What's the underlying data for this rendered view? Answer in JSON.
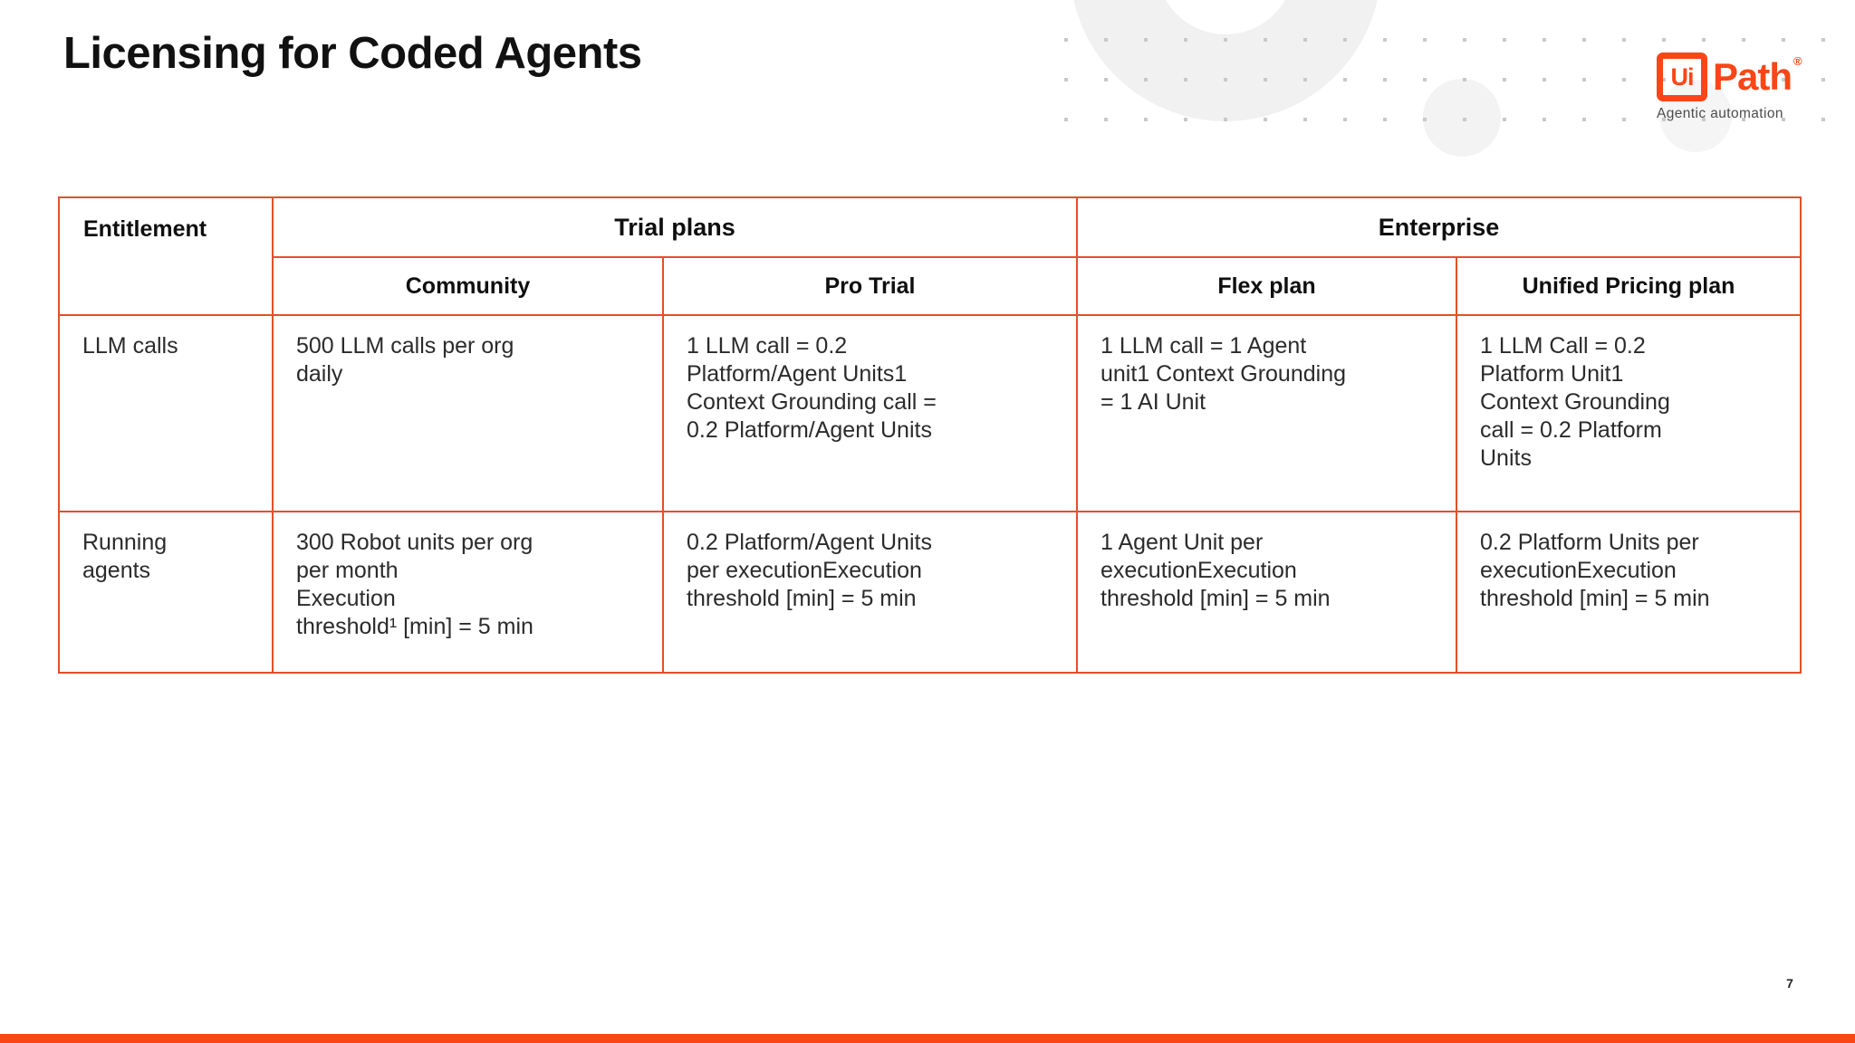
{
  "slide": {
    "title": "Licensing for Coded Agents",
    "page_number": "7"
  },
  "logo": {
    "box_text": "Ui",
    "wordmark": "Path",
    "registered_mark": "®",
    "tagline": "Agentic automation"
  },
  "table": {
    "corner_header": "Entitlement",
    "group_headers": [
      "Trial plans",
      "Enterprise"
    ],
    "plan_headers": [
      "Community",
      "Pro Trial",
      "Flex plan",
      "Unified Pricing plan"
    ],
    "rows": [
      {
        "entitlement": "LLM calls",
        "cells": [
          "500 LLM calls per org\ndaily",
          "1 LLM call = 0.2\nPlatform/Agent Units1\nContext Grounding call =\n0.2 Platform/Agent Units",
          "1 LLM call = 1 Agent\nunit1 Context Grounding\n= 1 AI Unit",
          "1 LLM Call = 0.2\nPlatform Unit1\nContext Grounding\ncall = 0.2 Platform\nUnits"
        ]
      },
      {
        "entitlement": "Running\nagents",
        "cells": [
          "300 Robot units per org\nper month\nExecution\nthreshold¹ [min] = 5 min",
          "0.2 Platform/Agent Units\nper executionExecution\nthreshold [min] = 5 min",
          "1 Agent Unit per\nexecutionExecution\nthreshold [min] = 5 min",
          "0.2 Platform Units per\nexecutionExecution\nthreshold [min] = 5 min"
        ]
      }
    ]
  },
  "colors": {
    "brand_orange": "#FA4616",
    "table_border": "#E3502A"
  }
}
